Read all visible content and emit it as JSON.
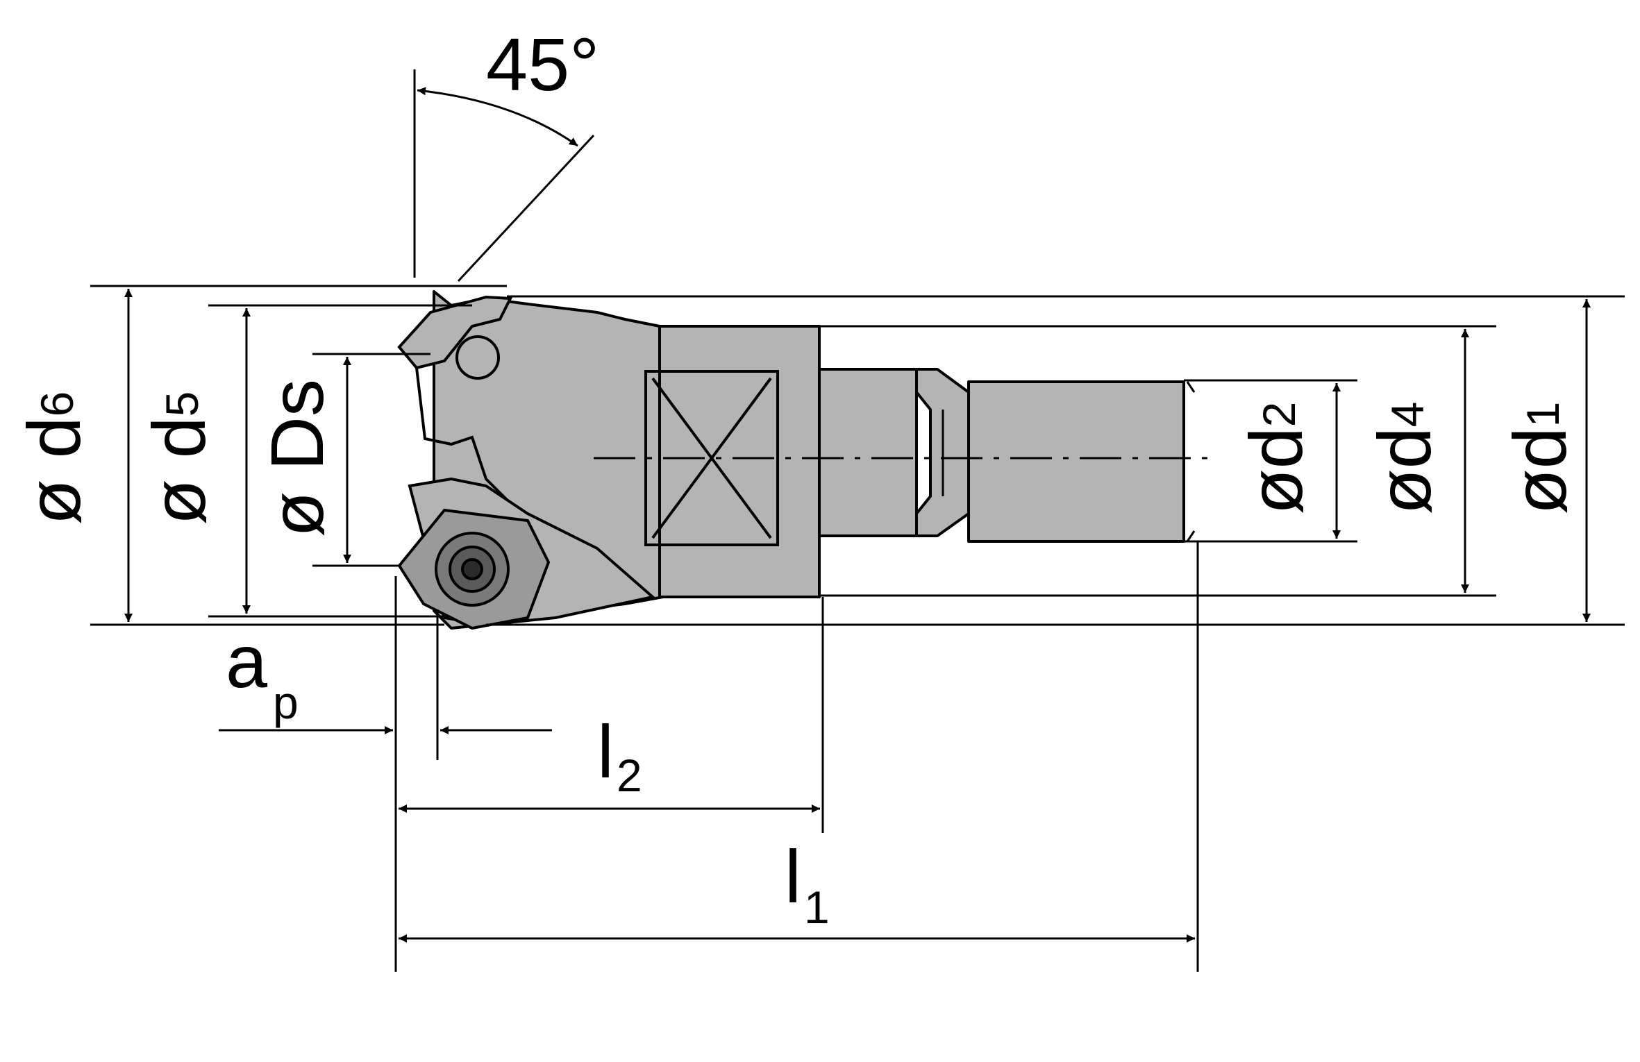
{
  "angle": {
    "value": "45°"
  },
  "diameters": [
    {
      "key": "d6",
      "prefix": "ø",
      "main": "d",
      "sub": "6"
    },
    {
      "key": "d5",
      "prefix": "ø",
      "main": "d",
      "sub": "5"
    },
    {
      "key": "ds",
      "prefix": "ø",
      "main": "Ds",
      "sub": ""
    },
    {
      "key": "d2",
      "prefix": "ø",
      "main": "d",
      "sub": "2"
    },
    {
      "key": "d4",
      "prefix": "ø",
      "main": "d",
      "sub": "4"
    },
    {
      "key": "d1",
      "prefix": "ø",
      "main": "d",
      "sub": "1"
    }
  ],
  "lengths": [
    {
      "key": "ap",
      "main": "a",
      "sub": "p"
    },
    {
      "key": "l2",
      "main": "l",
      "sub": "2"
    },
    {
      "key": "l1",
      "main": "l",
      "sub": "1"
    }
  ],
  "colors": {
    "body": "#b4b4b4",
    "line": "#000000",
    "background": "#ffffff"
  }
}
